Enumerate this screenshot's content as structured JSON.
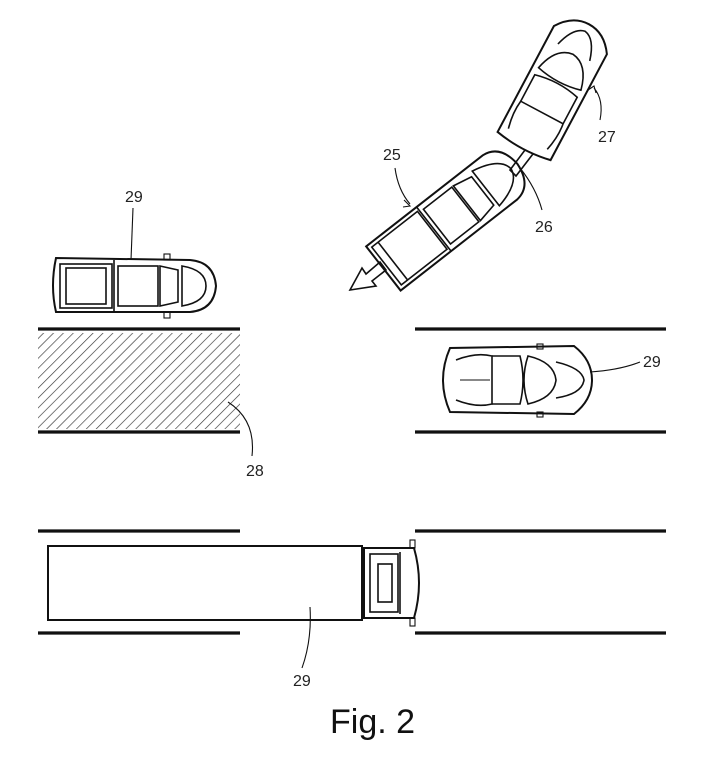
{
  "figure": {
    "caption": "Fig. 2",
    "labels": {
      "towing_vehicle": "25",
      "tow_connection": "26",
      "towed_vehicle": "27",
      "obstacle_area": "28",
      "pickup_truck": "29",
      "sedan": "29",
      "semi_truck": "29"
    },
    "elements": [
      "road-lane-lines",
      "hatched-obstacle-area",
      "pickup-truck",
      "sedan",
      "semi-truck",
      "towing-truck",
      "towed-car",
      "direction-arrow"
    ]
  }
}
